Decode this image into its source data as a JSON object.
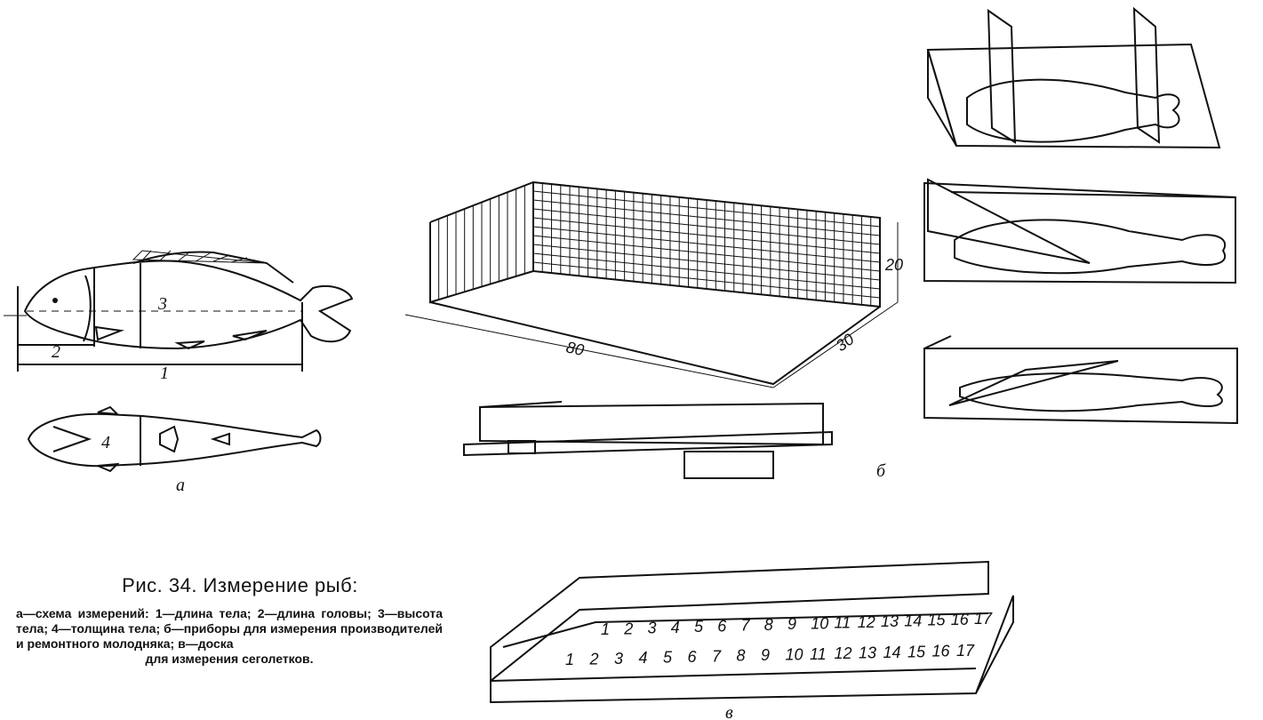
{
  "labels": {
    "a": "а",
    "b": "б",
    "v": "в",
    "dim_1": "1",
    "dim_2": "2",
    "dim_3": "3",
    "dim_4": "4",
    "box_80": "80",
    "box_30": "30",
    "box_20": "20"
  },
  "caption": {
    "title": "Рис. 34. Измерение рыб:",
    "body": "а—схема измерений: 1—длина тела; 2—длина головы; 3—высота тела; 4—толщина тела; б—приборы для измерения производителей и ремонтного молодняка; в—доска",
    "body_last": "для измерения сеголетков."
  },
  "ruler_top": [
    "1",
    "2",
    "3",
    "4",
    "5",
    "6",
    "7",
    "8",
    "9",
    "10",
    "11",
    "12",
    "13",
    "14",
    "15",
    "16",
    "17"
  ],
  "ruler_bottom": [
    "1",
    "2",
    "3",
    "4",
    "5",
    "6",
    "7",
    "8",
    "9",
    "10",
    "11",
    "12",
    "13",
    "14",
    "15",
    "16",
    "17"
  ]
}
